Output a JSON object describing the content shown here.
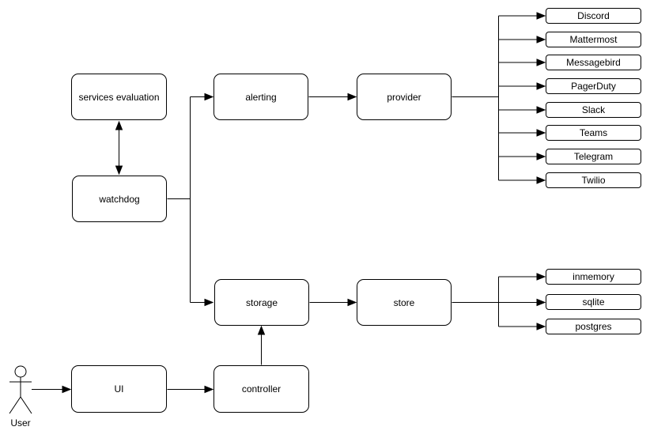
{
  "diagram": {
    "colors": {
      "background": "#ffffff",
      "stroke": "#000000",
      "text": "#000000",
      "node_fill": "#ffffff"
    },
    "nodes": {
      "services_evaluation": {
        "label": "services evaluation"
      },
      "watchdog": {
        "label": "watchdog"
      },
      "alerting": {
        "label": "alerting"
      },
      "provider": {
        "label": "provider"
      },
      "storage": {
        "label": "storage"
      },
      "store": {
        "label": "store"
      },
      "ui": {
        "label": "UI"
      },
      "controller": {
        "label": "controller"
      }
    },
    "provider_items": [
      "Discord",
      "Mattermost",
      "Messagebird",
      "PagerDuty",
      "Slack",
      "Teams",
      "Telegram",
      "Twilio"
    ],
    "store_items": [
      "inmemory",
      "sqlite",
      "postgres"
    ],
    "actor": {
      "label": "User"
    }
  }
}
